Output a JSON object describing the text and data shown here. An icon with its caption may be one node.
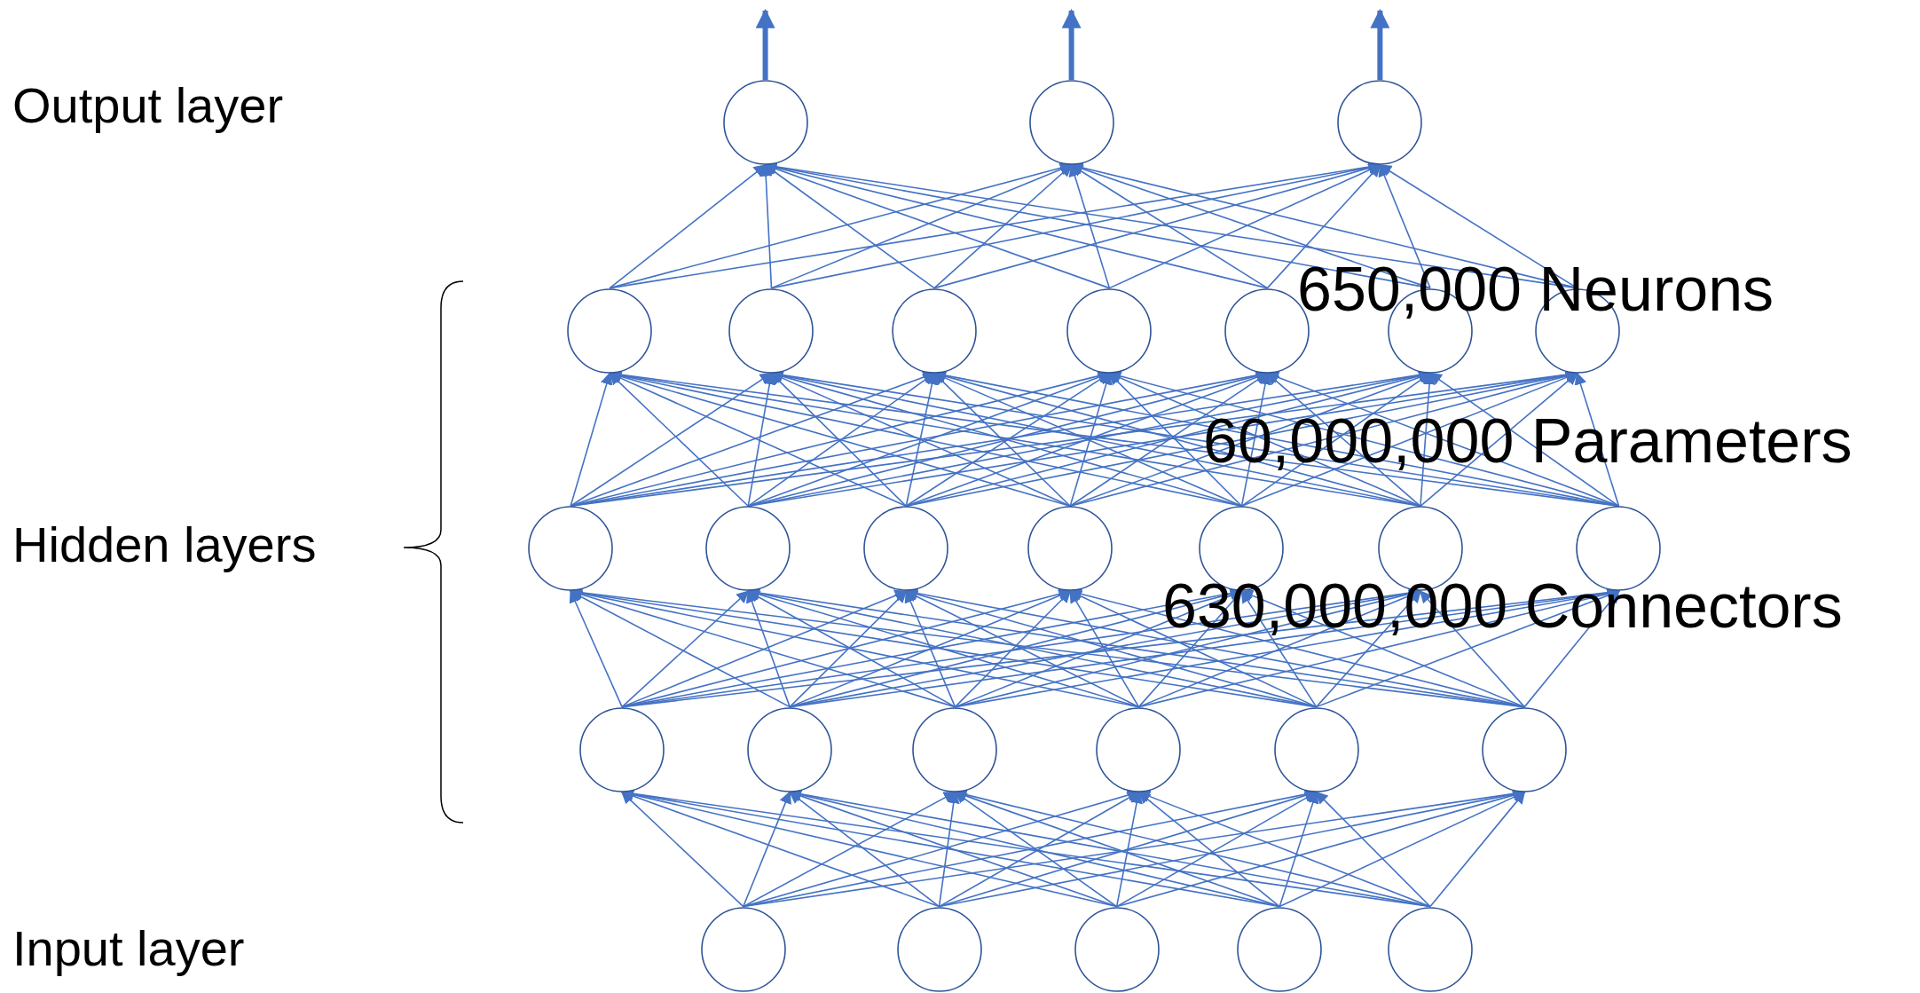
{
  "diagram": {
    "nodes": [
      {
        "text": [],
        "shape": "circle"
      },
      {
        "text": [],
        "shape": "circle"
      },
      {
        "text": [],
        "shape": "circle"
      },
      {
        "text": [],
        "shape": "circle"
      },
      {
        "text": [],
        "shape": "circle"
      },
      {
        "text": [],
        "shape": "circle"
      },
      {
        "text": [],
        "shape": "circle"
      },
      {
        "text": [],
        "shape": "circle"
      },
      {
        "text": [],
        "shape": "circle"
      },
      {
        "text": [],
        "shape": "circle"
      },
      {
        "text": [],
        "shape": "circle"
      },
      {
        "text": [],
        "shape": "circle"
      },
      {
        "text": [],
        "shape": "circle"
      },
      {
        "text": [],
        "shape": "circle"
      },
      {
        "text": [],
        "shape": "circle"
      },
      {
        "text": [],
        "shape": "circle"
      },
      {
        "text": [],
        "shape": "circle"
      },
      {
        "text": [],
        "shape": "circle"
      },
      {
        "text": [],
        "shape": "circle"
      },
      {
        "text": [],
        "shape": "circle"
      },
      {
        "text": [],
        "shape": "circle"
      },
      {
        "text": [],
        "shape": "circle"
      },
      {
        "text": [],
        "shape": "circle"
      },
      {
        "text": [],
        "shape": "circle"
      },
      {
        "text": [],
        "shape": "circle"
      },
      {
        "text": [],
        "shape": "circle"
      },
      {
        "text": [],
        "shape": "circle"
      },
      {
        "text": [],
        "shape": "circle"
      }
    ],
    "edges": [
      {
        "from": 23,
        "to": 17,
        "arrow": "to"
      },
      {
        "from": 23,
        "to": 18,
        "arrow": "to"
      },
      {
        "from": 23,
        "to": 19,
        "arrow": "to"
      },
      {
        "from": 23,
        "to": 20,
        "arrow": "to"
      },
      {
        "from": 23,
        "to": 21,
        "arrow": "to"
      },
      {
        "from": 23,
        "to": 22,
        "arrow": "to"
      },
      {
        "from": 24,
        "to": 17,
        "arrow": "to"
      },
      {
        "from": 24,
        "to": 18,
        "arrow": "to"
      },
      {
        "from": 24,
        "to": 19,
        "arrow": "to"
      },
      {
        "from": 24,
        "to": 20,
        "arrow": "to"
      },
      {
        "from": 24,
        "to": 21,
        "arrow": "to"
      },
      {
        "from": 24,
        "to": 22,
        "arrow": "to"
      },
      {
        "from": 25,
        "to": 17,
        "arrow": "to"
      },
      {
        "from": 25,
        "to": 18,
        "arrow": "to"
      },
      {
        "from": 25,
        "to": 19,
        "arrow": "to"
      },
      {
        "from": 25,
        "to": 20,
        "arrow": "to"
      },
      {
        "from": 25,
        "to": 21,
        "arrow": "to"
      },
      {
        "from": 25,
        "to": 22,
        "arrow": "to"
      },
      {
        "from": 26,
        "to": 17,
        "arrow": "to"
      },
      {
        "from": 26,
        "to": 18,
        "arrow": "to"
      },
      {
        "from": 26,
        "to": 19,
        "arrow": "to"
      },
      {
        "from": 26,
        "to": 20,
        "arrow": "to"
      },
      {
        "from": 26,
        "to": 21,
        "arrow": "to"
      },
      {
        "from": 26,
        "to": 22,
        "arrow": "to"
      },
      {
        "from": 27,
        "to": 17,
        "arrow": "to"
      },
      {
        "from": 27,
        "to": 18,
        "arrow": "to"
      },
      {
        "from": 27,
        "to": 19,
        "arrow": "to"
      },
      {
        "from": 27,
        "to": 20,
        "arrow": "to"
      },
      {
        "from": 27,
        "to": 21,
        "arrow": "to"
      },
      {
        "from": 27,
        "to": 22,
        "arrow": "to"
      },
      {
        "from": 17,
        "to": 10,
        "arrow": "to"
      },
      {
        "from": 17,
        "to": 11,
        "arrow": "to"
      },
      {
        "from": 17,
        "to": 12,
        "arrow": "to"
      },
      {
        "from": 17,
        "to": 13,
        "arrow": "to"
      },
      {
        "from": 17,
        "to": 14,
        "arrow": "to"
      },
      {
        "from": 17,
        "to": 15,
        "arrow": "to"
      },
      {
        "from": 17,
        "to": 16,
        "arrow": "to"
      },
      {
        "from": 18,
        "to": 10,
        "arrow": "to"
      },
      {
        "from": 18,
        "to": 11,
        "arrow": "to"
      },
      {
        "from": 18,
        "to": 12,
        "arrow": "to"
      },
      {
        "from": 18,
        "to": 13,
        "arrow": "to"
      },
      {
        "from": 18,
        "to": 14,
        "arrow": "to"
      },
      {
        "from": 18,
        "to": 15,
        "arrow": "to"
      },
      {
        "from": 18,
        "to": 16,
        "arrow": "to"
      },
      {
        "from": 19,
        "to": 10,
        "arrow": "to"
      },
      {
        "from": 19,
        "to": 11,
        "arrow": "to"
      },
      {
        "from": 19,
        "to": 12,
        "arrow": "to"
      },
      {
        "from": 19,
        "to": 13,
        "arrow": "to"
      },
      {
        "from": 19,
        "to": 14,
        "arrow": "to"
      },
      {
        "from": 19,
        "to": 15,
        "arrow": "to"
      },
      {
        "from": 19,
        "to": 16,
        "arrow": "to"
      },
      {
        "from": 20,
        "to": 10,
        "arrow": "to"
      },
      {
        "from": 20,
        "to": 11,
        "arrow": "to"
      },
      {
        "from": 20,
        "to": 12,
        "arrow": "to"
      },
      {
        "from": 20,
        "to": 13,
        "arrow": "to"
      },
      {
        "from": 20,
        "to": 14,
        "arrow": "to"
      },
      {
        "from": 20,
        "to": 15,
        "arrow": "to"
      },
      {
        "from": 20,
        "to": 16,
        "arrow": "to"
      },
      {
        "from": 21,
        "to": 10,
        "arrow": "to"
      },
      {
        "from": 21,
        "to": 11,
        "arrow": "to"
      },
      {
        "from": 21,
        "to": 12,
        "arrow": "to"
      },
      {
        "from": 21,
        "to": 13,
        "arrow": "to"
      },
      {
        "from": 21,
        "to": 14,
        "arrow": "to"
      },
      {
        "from": 21,
        "to": 15,
        "arrow": "to"
      },
      {
        "from": 21,
        "to": 16,
        "arrow": "to"
      },
      {
        "from": 22,
        "to": 10,
        "arrow": "to"
      },
      {
        "from": 22,
        "to": 11,
        "arrow": "to"
      },
      {
        "from": 22,
        "to": 12,
        "arrow": "to"
      },
      {
        "from": 22,
        "to": 13,
        "arrow": "to"
      },
      {
        "from": 22,
        "to": 14,
        "arrow": "to"
      },
      {
        "from": 22,
        "to": 15,
        "arrow": "to"
      },
      {
        "from": 22,
        "to": 16,
        "arrow": "to"
      },
      {
        "from": 10,
        "to": 3,
        "arrow": "to"
      },
      {
        "from": 10,
        "to": 4,
        "arrow": "to"
      },
      {
        "from": 10,
        "to": 5,
        "arrow": "to"
      },
      {
        "from": 10,
        "to": 6,
        "arrow": "to"
      },
      {
        "from": 10,
        "to": 7,
        "arrow": "to"
      },
      {
        "from": 10,
        "to": 8,
        "arrow": "to"
      },
      {
        "from": 10,
        "to": 9,
        "arrow": "to"
      },
      {
        "from": 11,
        "to": 3,
        "arrow": "to"
      },
      {
        "from": 11,
        "to": 4,
        "arrow": "to"
      },
      {
        "from": 11,
        "to": 5,
        "arrow": "to"
      },
      {
        "from": 11,
        "to": 6,
        "arrow": "to"
      },
      {
        "from": 11,
        "to": 7,
        "arrow": "to"
      },
      {
        "from": 11,
        "to": 8,
        "arrow": "to"
      },
      {
        "from": 11,
        "to": 9,
        "arrow": "to"
      },
      {
        "from": 12,
        "to": 3,
        "arrow": "to"
      },
      {
        "from": 12,
        "to": 4,
        "arrow": "to"
      },
      {
        "from": 12,
        "to": 5,
        "arrow": "to"
      },
      {
        "from": 12,
        "to": 6,
        "arrow": "to"
      },
      {
        "from": 12,
        "to": 7,
        "arrow": "to"
      },
      {
        "from": 12,
        "to": 8,
        "arrow": "to"
      },
      {
        "from": 12,
        "to": 9,
        "arrow": "to"
      },
      {
        "from": 13,
        "to": 3,
        "arrow": "to"
      },
      {
        "from": 13,
        "to": 4,
        "arrow": "to"
      },
      {
        "from": 13,
        "to": 5,
        "arrow": "to"
      },
      {
        "from": 13,
        "to": 6,
        "arrow": "to"
      },
      {
        "from": 13,
        "to": 7,
        "arrow": "to"
      },
      {
        "from": 13,
        "to": 8,
        "arrow": "to"
      },
      {
        "from": 13,
        "to": 9,
        "arrow": "to"
      },
      {
        "from": 14,
        "to": 3,
        "arrow": "to"
      },
      {
        "from": 14,
        "to": 4,
        "arrow": "to"
      },
      {
        "from": 14,
        "to": 5,
        "arrow": "to"
      },
      {
        "from": 14,
        "to": 6,
        "arrow": "to"
      },
      {
        "from": 14,
        "to": 7,
        "arrow": "to"
      },
      {
        "from": 14,
        "to": 8,
        "arrow": "to"
      },
      {
        "from": 14,
        "to": 9,
        "arrow": "to"
      },
      {
        "from": 15,
        "to": 3,
        "arrow": "to"
      },
      {
        "from": 15,
        "to": 4,
        "arrow": "to"
      },
      {
        "from": 15,
        "to": 5,
        "arrow": "to"
      },
      {
        "from": 15,
        "to": 6,
        "arrow": "to"
      },
      {
        "from": 15,
        "to": 7,
        "arrow": "to"
      },
      {
        "from": 15,
        "to": 8,
        "arrow": "to"
      },
      {
        "from": 15,
        "to": 9,
        "arrow": "to"
      },
      {
        "from": 16,
        "to": 3,
        "arrow": "to"
      },
      {
        "from": 16,
        "to": 4,
        "arrow": "to"
      },
      {
        "from": 16,
        "to": 5,
        "arrow": "to"
      },
      {
        "from": 16,
        "to": 6,
        "arrow": "to"
      },
      {
        "from": 16,
        "to": 7,
        "arrow": "to"
      },
      {
        "from": 16,
        "to": 8,
        "arrow": "to"
      },
      {
        "from": 16,
        "to": 9,
        "arrow": "to"
      },
      {
        "from": 3,
        "to": 0,
        "arrow": "to"
      },
      {
        "from": 3,
        "to": 1,
        "arrow": "to"
      },
      {
        "from": 3,
        "to": 2,
        "arrow": "to"
      },
      {
        "from": 4,
        "to": 0,
        "arrow": "to"
      },
      {
        "from": 4,
        "to": 1,
        "arrow": "to"
      },
      {
        "from": 4,
        "to": 2,
        "arrow": "to"
      },
      {
        "from": 5,
        "to": 0,
        "arrow": "to"
      },
      {
        "from": 5,
        "to": 1,
        "arrow": "to"
      },
      {
        "from": 5,
        "to": 2,
        "arrow": "to"
      },
      {
        "from": 6,
        "to": 0,
        "arrow": "to"
      },
      {
        "from": 6,
        "to": 1,
        "arrow": "to"
      },
      {
        "from": 6,
        "to": 2,
        "arrow": "to"
      },
      {
        "from": 7,
        "to": 0,
        "arrow": "to"
      },
      {
        "from": 7,
        "to": 1,
        "arrow": "to"
      },
      {
        "from": 7,
        "to": 2,
        "arrow": "to"
      },
      {
        "from": 8,
        "to": 0,
        "arrow": "to"
      },
      {
        "from": 8,
        "to": 1,
        "arrow": "to"
      },
      {
        "from": 8,
        "to": 2,
        "arrow": "to"
      },
      {
        "from": 9,
        "to": 0,
        "arrow": "to"
      },
      {
        "from": 9,
        "to": 1,
        "arrow": "to"
      },
      {
        "from": 9,
        "to": 2,
        "arrow": "to"
      },
      {
        "from": 0,
        "to": null,
        "arrow": "to",
        "style": "thick"
      },
      {
        "from": 1,
        "to": null,
        "arrow": "to",
        "style": "thick"
      },
      {
        "from": 2,
        "to": null,
        "arrow": "to",
        "style": "thick"
      }
    ],
    "labels": [
      "Output layer",
      "650,000 Neurons",
      "60,000,000 Parameters",
      "Hidden layers",
      "630,000,000 Connectors",
      "Input layer"
    ]
  }
}
